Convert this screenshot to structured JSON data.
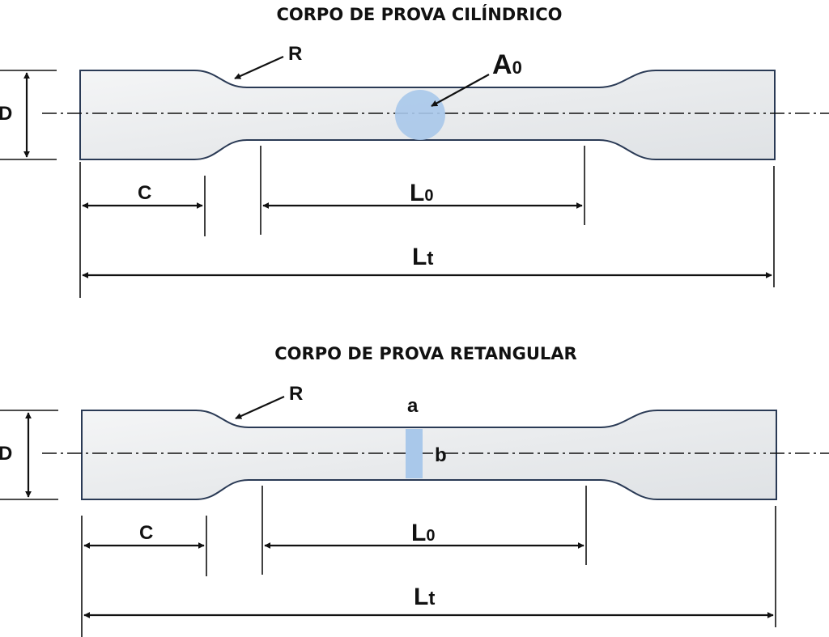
{
  "diagrams": [
    {
      "title": "CORPO DE PROVA CILÍNDRICO",
      "labels": {
        "radius": "R",
        "area_main": "A",
        "area_sub": "0",
        "diameter": "D",
        "grip_length": "C",
        "gauge_main": "L",
        "gauge_sub": "0",
        "total_main": "L",
        "total_sub": "t"
      },
      "cross_section": "circle",
      "cross_section_color": "#a9c8ea"
    },
    {
      "title": "CORPO DE PROVA RETANGULAR",
      "labels": {
        "radius": "R",
        "width": "a",
        "thickness": "b",
        "diameter": "D",
        "grip_length": "C",
        "gauge_main": "L",
        "gauge_sub": "0",
        "total_main": "L",
        "total_sub": "t"
      },
      "cross_section": "rectangle",
      "cross_section_color": "#a9c8ea"
    }
  ]
}
